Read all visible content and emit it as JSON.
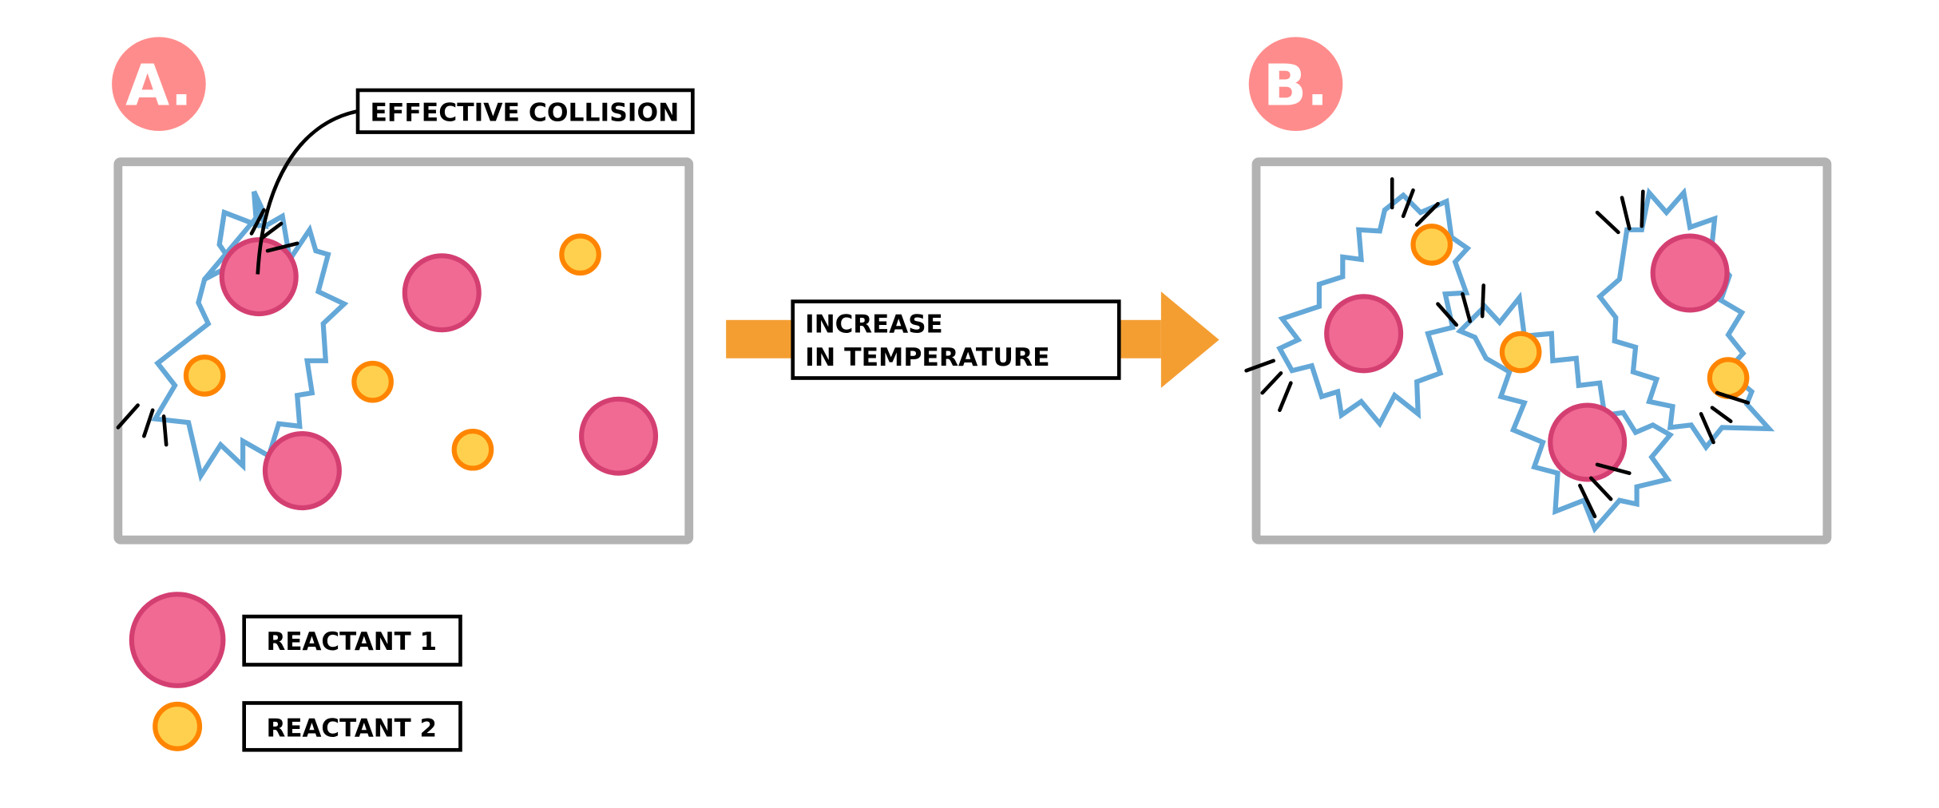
{
  "panels": {
    "a": {
      "badge": "A.",
      "callout": "EFFECTIVE COLLISION"
    },
    "b": {
      "badge": "B."
    }
  },
  "arrow": {
    "line1": "INCREASE",
    "line2": "IN TEMPERATURE"
  },
  "legend": [
    {
      "label": "REACTANT 1",
      "icon": "large-pink-circle"
    },
    {
      "label": "REACTANT 2",
      "icon": "small-yellow-circle"
    }
  ],
  "colors": {
    "badge": "#FF8C8C",
    "reactant1_fill": "#F06A93",
    "reactant1_stroke": "#D43F72",
    "reactant2_fill": "#FFD04D",
    "reactant2_stroke": "#FF8500",
    "collision_outline": "#64A8D8",
    "container": "#B3B3B3",
    "arrow": "#F49E32"
  }
}
